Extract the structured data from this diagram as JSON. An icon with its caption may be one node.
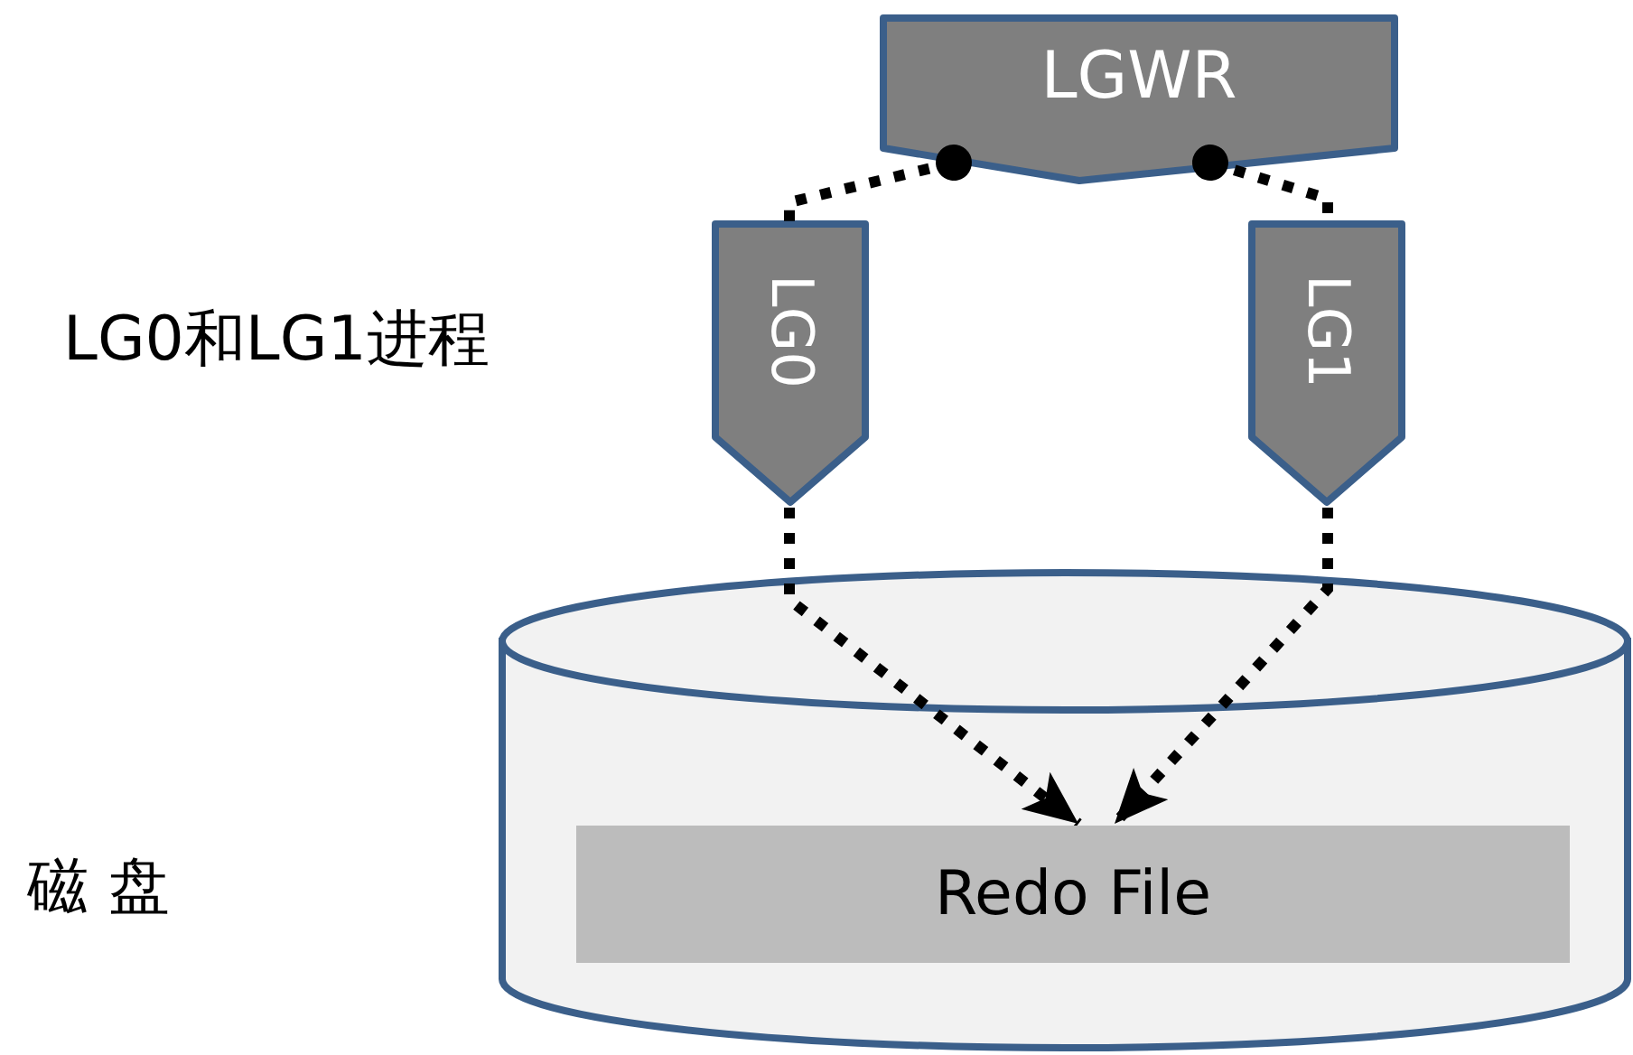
{
  "diagram": {
    "nodes": [
      {
        "text": [
          "LGWR"
        ]
      },
      {
        "text": [
          "LG0"
        ]
      },
      {
        "text": [
          "LG1"
        ]
      },
      {
        "text": [],
        "shape": "cylinder"
      },
      {
        "text": [
          "Redo File"
        ],
        "in": 3
      }
    ],
    "edges": [
      {
        "from": 0,
        "to": 1,
        "arrow": "other",
        "style": "dashed"
      },
      {
        "from": 0,
        "to": 2,
        "arrow": "other",
        "style": "dashed"
      },
      {
        "from": 1,
        "to": 4,
        "arrow": "to",
        "style": "dashed"
      },
      {
        "from": 2,
        "to": 4,
        "arrow": "to",
        "style": "dashed"
      }
    ],
    "labels": [
      "LG0和LG1进程",
      "磁 盘"
    ]
  }
}
